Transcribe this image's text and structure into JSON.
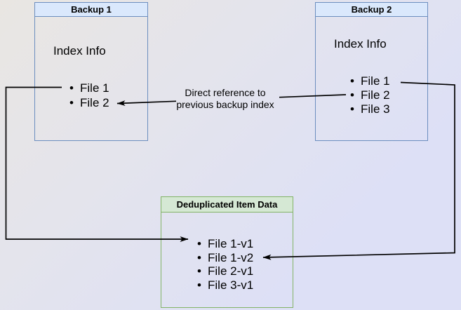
{
  "colors": {
    "blue_fill": "#dae8fc",
    "blue_border": "#6c8ebf",
    "green_fill": "#d5e8d4",
    "green_border": "#82b366",
    "arrow": "#000000",
    "background_top_left": "#e9e6e2",
    "background_bottom_right": "#dde0f6"
  },
  "backup1": {
    "title": "Backup 1",
    "subtitle": "Index Info",
    "files": [
      "File 1",
      "File 2"
    ]
  },
  "backup2": {
    "title": "Backup 2",
    "subtitle": "Index Info",
    "files": [
      "File 1",
      "File 2",
      "File 3"
    ]
  },
  "dedup": {
    "title": "Deduplicated Item Data",
    "files": [
      "File 1-v1",
      "File 1-v2",
      "File 2-v1",
      "File 3-v1"
    ]
  },
  "reference_label": {
    "line1": "Direct reference to",
    "line2": "previous backup index"
  }
}
